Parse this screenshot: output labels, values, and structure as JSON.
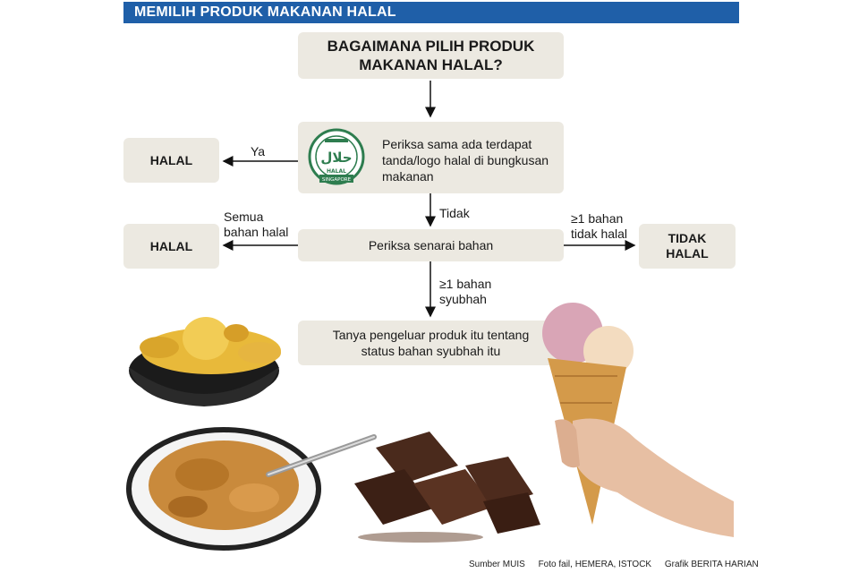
{
  "header": {
    "title": "MEMILIH PRODUK MAKANAN HALAL"
  },
  "flow": {
    "question": {
      "line1": "BAGAIMANA PILIH PRODUK",
      "line2": "MAKANAN HALAL?"
    },
    "check_logo": {
      "text": "Periksa sama ada terdapat tanda/logo halal di bungkusan makanan"
    },
    "check_list": {
      "text": "Periksa senarai bahan"
    },
    "ask_producer": {
      "line1": "Tanya pengeluar produk itu tentang",
      "line2": "status bahan syubhah itu"
    },
    "result_halal_1": "HALAL",
    "result_halal_2": "HALAL",
    "result_tidak_halal": {
      "line1": "TIDAK",
      "line2": "HALAL"
    }
  },
  "edges": {
    "ya": "Ya",
    "tidak": "Tidak",
    "semua": {
      "line1": "Semua",
      "line2": "bahan halal"
    },
    "bahan_tidak_halal": {
      "line1": "≥1 bahan",
      "line2": "tidak halal"
    },
    "bahan_syubhah": {
      "line1": "≥1 bahan",
      "line2": "syubhah"
    }
  },
  "logo": {
    "text_main": "حلال",
    "text_sub": "SINGAPORE",
    "text_halal": "HALAL"
  },
  "footer": {
    "source": "Sumber MUIS",
    "photo": "Foto fail, HEMERA, ISTOCK",
    "graphic": "Grafik BERITA HARIAN"
  },
  "colors": {
    "header": "#1f5fa8",
    "box": "#ece9e1",
    "logo_green": "#2e7d4f"
  }
}
